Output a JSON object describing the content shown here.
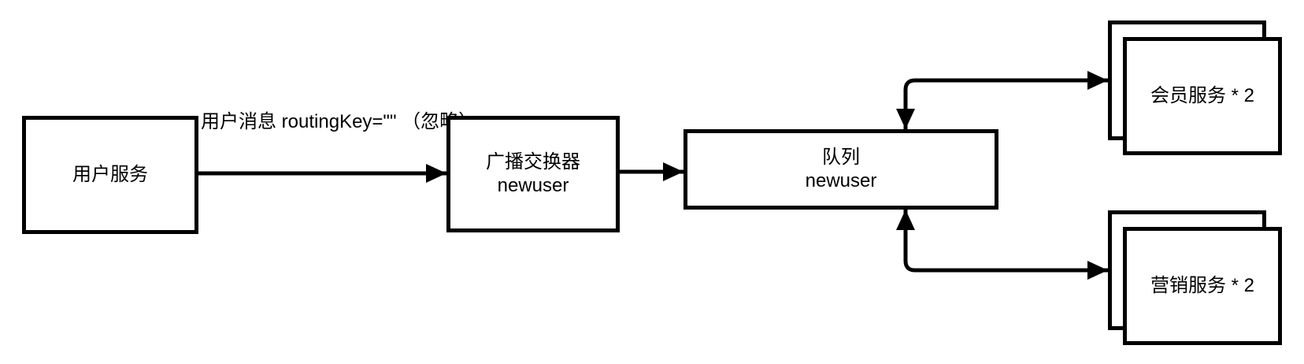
{
  "diagram": {
    "nodes": {
      "user_service": {
        "label": "用户服务"
      },
      "exchange": {
        "line1": "广播交换器",
        "line2": "newuser"
      },
      "queue": {
        "line1": "队列",
        "line2": "newuser"
      },
      "member_service": {
        "label": "会员服务 * 2"
      },
      "marketing_service": {
        "label": "营销服务 * 2"
      }
    },
    "edge_labels": {
      "publish_line1": "用户消息",
      "publish_line2": "routingKey=\"\" （忽略）"
    },
    "colors": {
      "line": "#000000",
      "box_fill": "#ffffff",
      "background": "#ffffff"
    }
  }
}
